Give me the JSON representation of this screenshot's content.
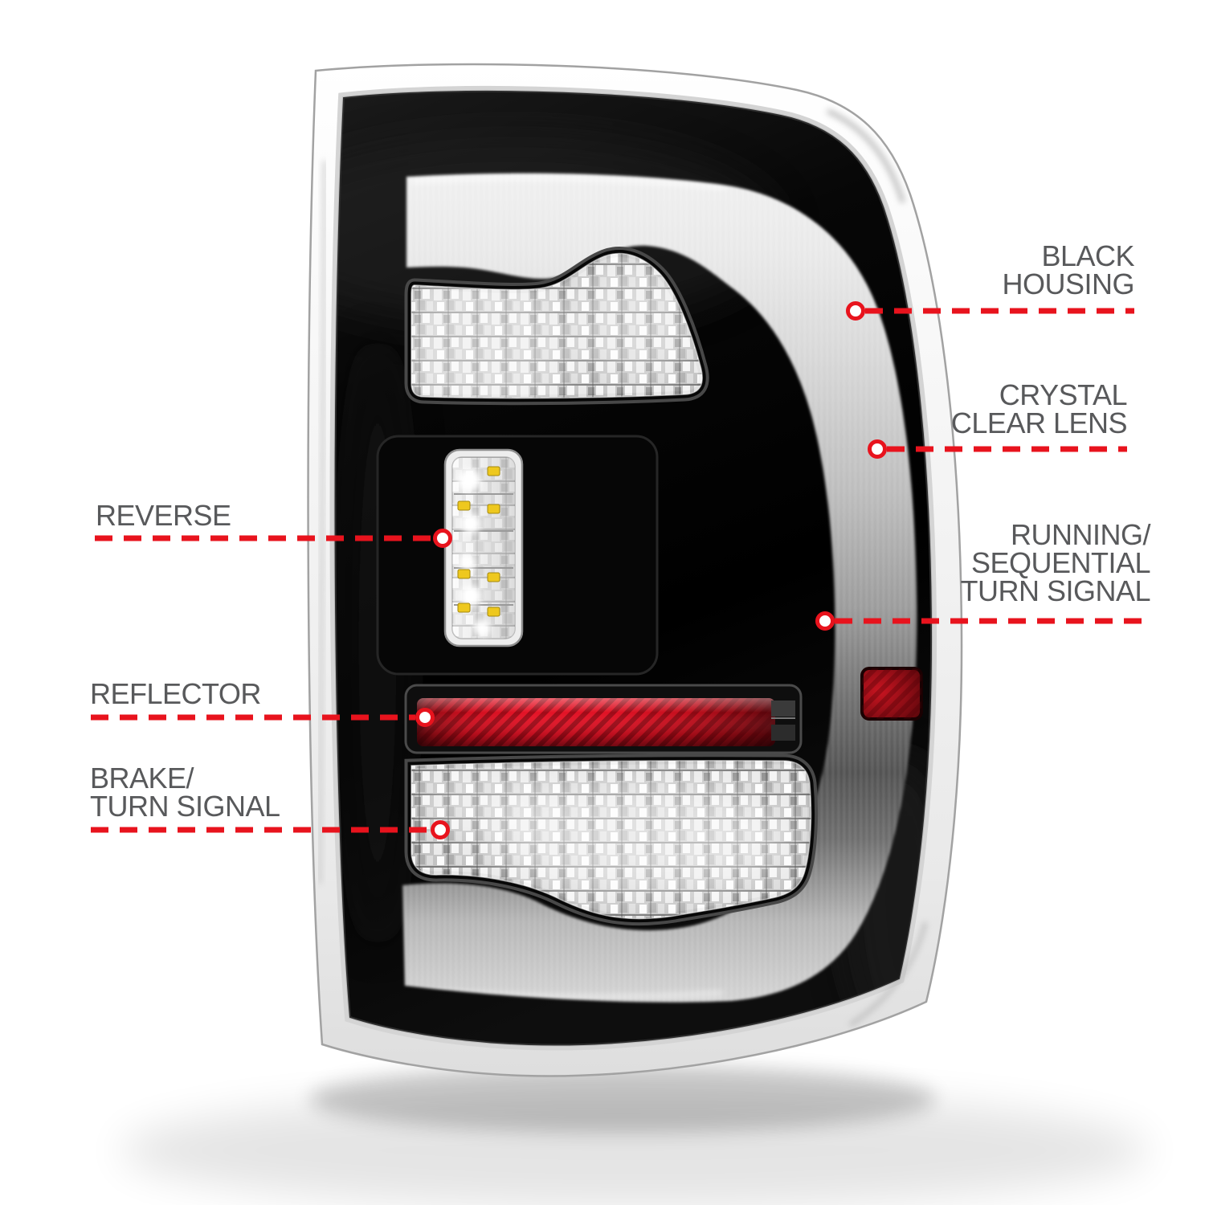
{
  "colors": {
    "background": "#ffffff",
    "label_text": "#58595b",
    "callout_red": "#e8131d",
    "reflector_red": "#d5101f",
    "side_marker_red": "#b00e18",
    "housing_black": "#050505",
    "light_bar_gray": "#c9c9c9"
  },
  "callouts": {
    "black_housing": {
      "lines": [
        "BLACK",
        "HOUSING"
      ],
      "side": "right"
    },
    "crystal_clear_lens": {
      "lines": [
        "CRYSTAL",
        "CLEAR LENS"
      ],
      "side": "right"
    },
    "reverse": {
      "lines": [
        "REVERSE"
      ],
      "side": "left"
    },
    "running_sequential_turn_signal": {
      "lines": [
        "RUNNING/",
        "SEQUENTIAL",
        "TURN SIGNAL"
      ],
      "side": "right"
    },
    "reflector": {
      "lines": [
        "REFLECTOR"
      ],
      "side": "left"
    },
    "brake_turn_signal": {
      "lines": [
        "BRAKE/",
        "TURN SIGNAL"
      ],
      "side": "left"
    }
  }
}
